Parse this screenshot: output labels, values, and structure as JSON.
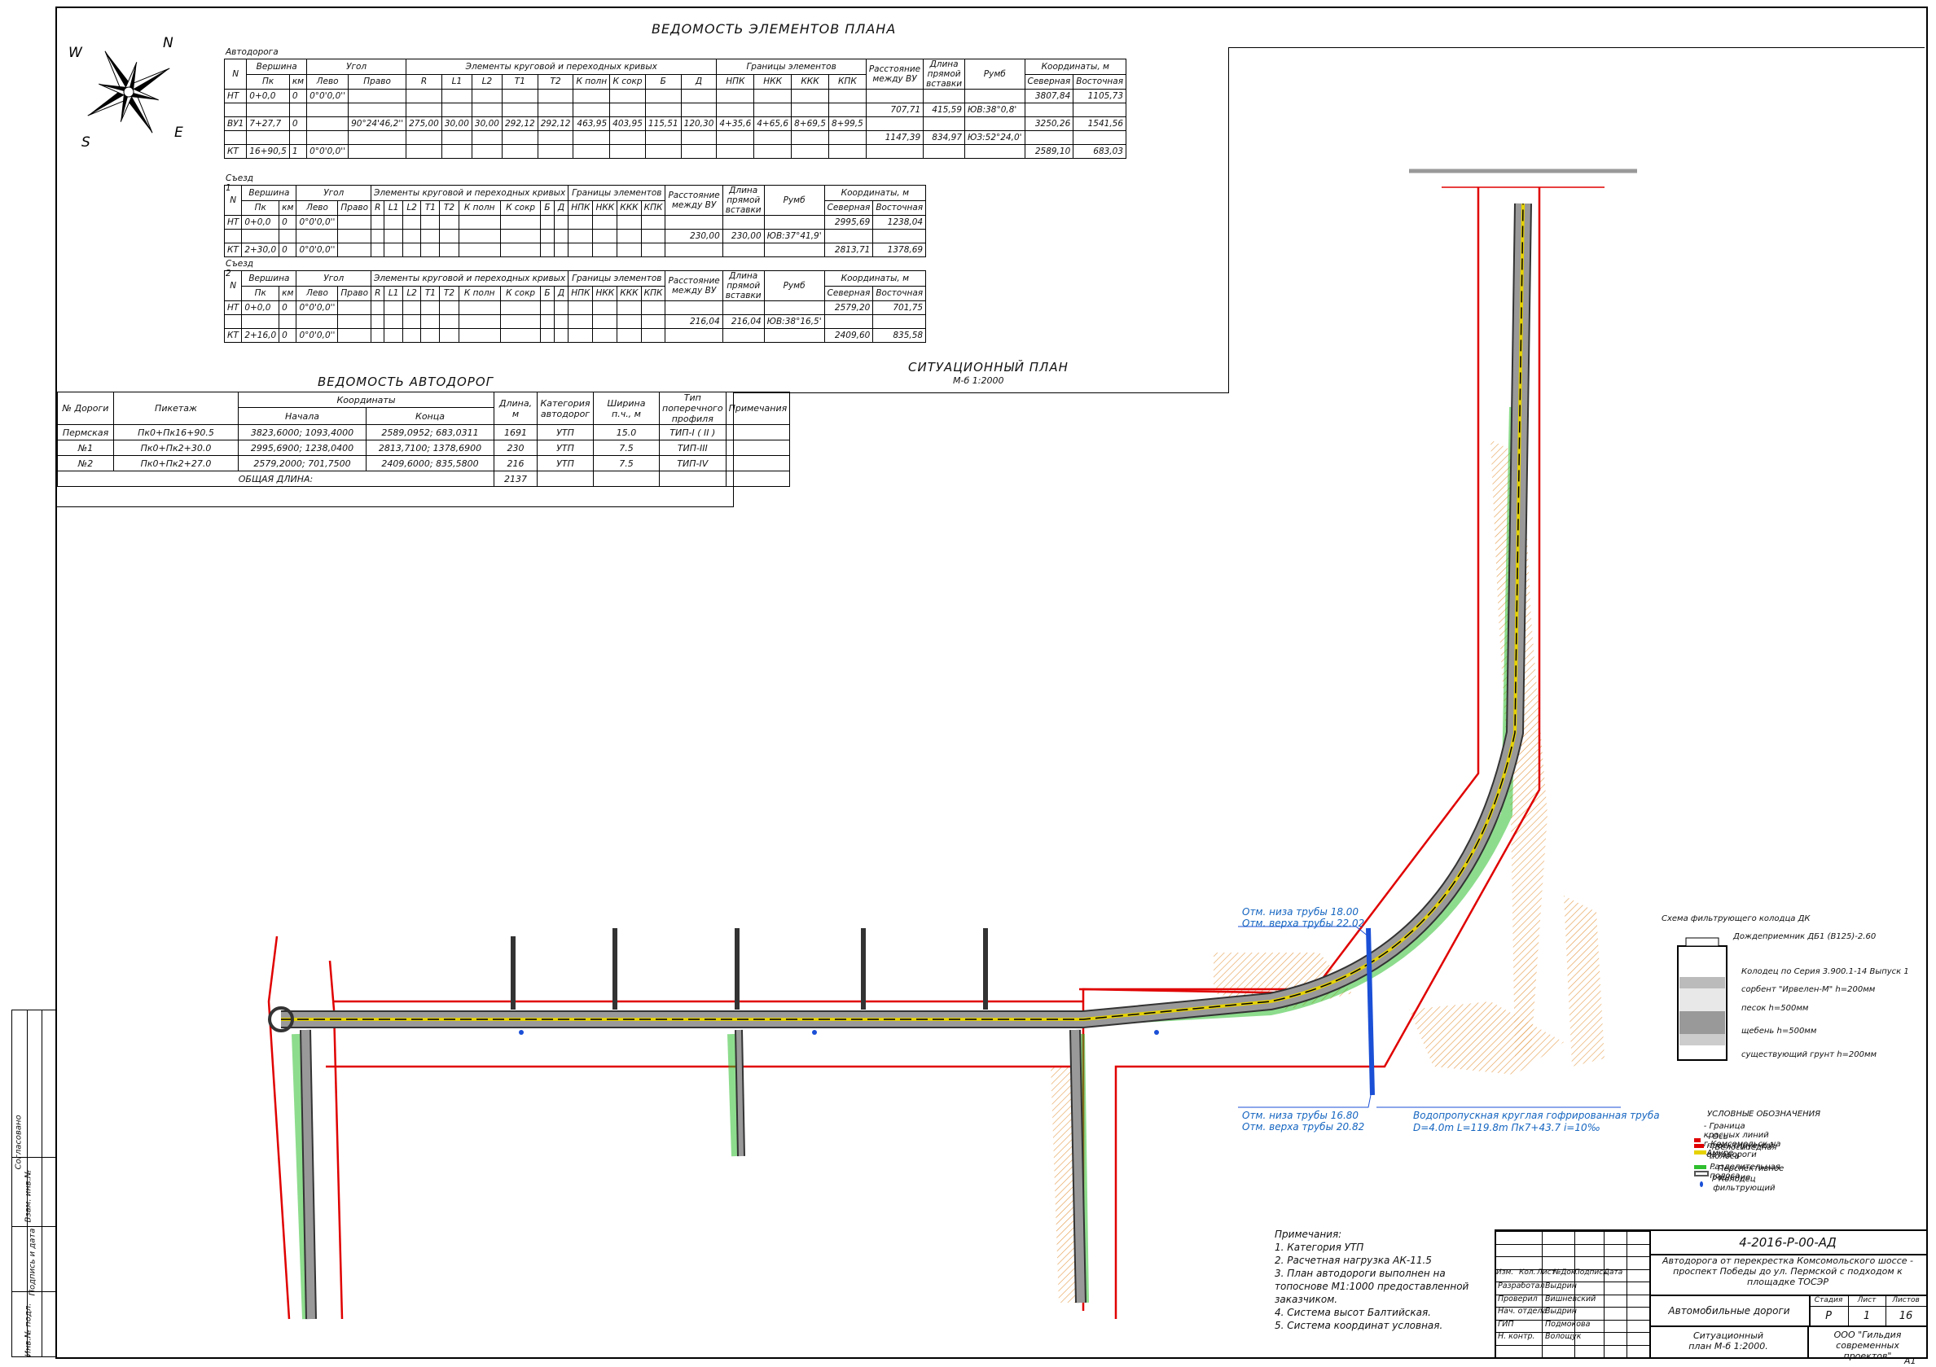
{
  "plan_table_title": "ВЕДОМОСТЬ ЭЛЕМЕНТОВ ПЛАНА",
  "plan_headers": {
    "n": "N",
    "vertex": "Вершина",
    "pk": "Пк",
    "km": "км",
    "angle": "Угол",
    "left": "Лево",
    "right": "Право",
    "curves": "Элементы круговой и переходных кривых",
    "curve_cols": [
      "R",
      "L1",
      "L2",
      "T1",
      "T2",
      "К полн",
      "К сокр",
      "Б",
      "Д"
    ],
    "bounds": "Границы элементов",
    "bound_cols": [
      "НПК",
      "НКК",
      "ККК",
      "КПК"
    ],
    "distance": "Расстояние между ВУ",
    "straight": "Длина прямой вставки",
    "rumb": "Румб",
    "coords": "Координаты, м",
    "north": "Северная",
    "east": "Восточная"
  },
  "sections": [
    {
      "name": "Автодорога",
      "rows": [
        {
          "n": "НТ",
          "pk": "0+0,0",
          "km": "0",
          "left": "0°0'0,0''",
          "right": "",
          "curve": [
            "",
            "",
            "",
            "",
            "",
            "",
            "",
            "",
            ""
          ],
          "bounds": [
            "",
            "",
            "",
            ""
          ],
          "north": "3807,84",
          "east": "1105,73"
        },
        {
          "link": true,
          "distance": "707,71",
          "straight": "415,59",
          "rumb": "ЮВ:38°0,8'"
        },
        {
          "n": "ВУ1",
          "pk": "7+27,7",
          "km": "0",
          "left": "",
          "right": "90°24'46,2''",
          "curve": [
            "275,00",
            "30,00",
            "30,00",
            "292,12",
            "292,12",
            "463,95",
            "403,95",
            "115,51",
            "120,30"
          ],
          "bounds": [
            "4+35,6",
            "4+65,6",
            "8+69,5",
            "8+99,5"
          ],
          "north": "3250,26",
          "east": "1541,56"
        },
        {
          "link": true,
          "distance": "1147,39",
          "straight": "834,97",
          "rumb": "ЮЗ:52°24,0'"
        },
        {
          "n": "КТ",
          "pk": "16+90,5",
          "km": "1",
          "left": "0°0'0,0''",
          "right": "",
          "curve": [
            "",
            "",
            "",
            "",
            "",
            "",
            "",
            "",
            ""
          ],
          "bounds": [
            "",
            "",
            "",
            ""
          ],
          "north": "2589,10",
          "east": "683,03"
        }
      ]
    },
    {
      "name": "Съезд 1",
      "rows": [
        {
          "n": "НТ",
          "pk": "0+0,0",
          "km": "0",
          "left": "0°0'0,0''",
          "right": "",
          "curve": [
            "",
            "",
            "",
            "",
            "",
            "",
            "",
            "",
            ""
          ],
          "bounds": [
            "",
            "",
            "",
            ""
          ],
          "north": "2995,69",
          "east": "1238,04"
        },
        {
          "link": true,
          "distance": "230,00",
          "straight": "230,00",
          "rumb": "ЮВ:37°41,9'"
        },
        {
          "n": "КТ",
          "pk": "2+30,0",
          "km": "0",
          "left": "0°0'0,0''",
          "right": "",
          "curve": [
            "",
            "",
            "",
            "",
            "",
            "",
            "",
            "",
            ""
          ],
          "bounds": [
            "",
            "",
            "",
            ""
          ],
          "north": "2813,71",
          "east": "1378,69"
        }
      ]
    },
    {
      "name": "Съезд 2",
      "rows": [
        {
          "n": "НТ",
          "pk": "0+0,0",
          "km": "0",
          "left": "0°0'0,0''",
          "right": "",
          "curve": [
            "",
            "",
            "",
            "",
            "",
            "",
            "",
            "",
            ""
          ],
          "bounds": [
            "",
            "",
            "",
            ""
          ],
          "north": "2579,20",
          "east": "701,75"
        },
        {
          "link": true,
          "distance": "216,04",
          "straight": "216,04",
          "rumb": "ЮВ:38°16,5'"
        },
        {
          "n": "КТ",
          "pk": "2+16,0",
          "km": "0",
          "left": "0°0'0,0''",
          "right": "",
          "curve": [
            "",
            "",
            "",
            "",
            "",
            "",
            "",
            "",
            ""
          ],
          "bounds": [
            "",
            "",
            "",
            ""
          ],
          "north": "2409,60",
          "east": "835,58"
        }
      ]
    }
  ],
  "situation_title": "СИТУАЦИОННЫЙ ПЛАН",
  "situation_scale": "М-б 1:2000",
  "roads_table": {
    "title": "ВЕДОМОСТЬ АВТОДОРОГ",
    "headers": {
      "no": "№ Дороги",
      "piket": "Пикетаж",
      "coords": "Координаты",
      "start": "Начала",
      "end": "Конца",
      "length": "Длина, м",
      "category": "Категория автодорог",
      "width": "Ширина п.ч., м",
      "type": "Тип поперечного профиля",
      "notes": "Примечания"
    },
    "rows": [
      {
        "no": "Пермская",
        "piket": "Пк0+Пк16+90.5",
        "start": "3823,6000; 1093,4000",
        "end": "2589,0952; 683,0311",
        "length": "1691",
        "category": "УТП",
        "width": "15.0",
        "type": "ТИП-I ( II )",
        "notes": ""
      },
      {
        "no": "№1",
        "piket": "Пк0+Пк2+30.0",
        "start": "2995,6900; 1238,0400",
        "end": "2813,7100; 1378,6900",
        "length": "230",
        "category": "УТП",
        "width": "7.5",
        "type": "ТИП-III",
        "notes": ""
      },
      {
        "no": "№2",
        "piket": "Пк0+Пк2+27.0",
        "start": "2579,2000; 701,7500",
        "end": "2409,6000; 835,5800",
        "length": "216",
        "category": "УТП",
        "width": "7.5",
        "type": "ТИП-IV",
        "notes": ""
      }
    ],
    "total_label": "ОБЩАЯ ДЛИНА:",
    "total_value": "2137"
  },
  "pipe_labels": {
    "top1": "Отм. низа трубы 18.00",
    "top2": "Отм. верха трубы 22.02",
    "bottom1": "Отм. низа трубы 16.80",
    "bottom2": "Отм. верха трубы 20.82",
    "pipe1": "Водопропускная круглая гофрированная труба",
    "pipe2": "D=4.0m L=119.8m Пк7+43.7 i=10‰"
  },
  "well_scheme": {
    "title": "Схема фильтрующего колодца ДК",
    "l1": "Дождеприемник ДБ1 (В125)-2.60",
    "l2": "Колодец по Серия 3.900.1-14 Выпуск 1",
    "l3": "сорбент \"Ирвелен-М\" h=200мм",
    "l4": "песок h=500мм",
    "l5": "щебень h=500мм",
    "l6": "существующий грунт h=200мм"
  },
  "legend": {
    "title": "УСЛОВНЫЕ ОБОЗНАЧЕНИЯ",
    "items": [
      {
        "label": "- Граница красных линий г.Комсомольск-на -Амуре",
        "color": "#e00000"
      },
      {
        "label": "- Ось проектируемой автодороги",
        "color": "#e00000"
      },
      {
        "label": "- Велосипедная полоса",
        "color": "#e6d200"
      },
      {
        "label": "- Разделительная полоса",
        "color": "#2fbf2f"
      },
      {
        "label": "- Перспективное решение",
        "color": "#555555"
      },
      {
        "label": "- Колодец фильтрующий",
        "color": "#1a4fd6"
      }
    ]
  },
  "notes": {
    "title": "Примечания:",
    "lines": [
      "1. Категория УТП",
      "2. Расчетная нагрузка АК-11.5",
      "3. План автодороги выполнен на",
      "топоснове М1:1000 предоставленной",
      "заказчиком.",
      "4. Система высот Балтийская.",
      "5. Система координат условная."
    ]
  },
  "title_block": {
    "code": "4-2016-Р-00-АД",
    "object": "Автодорога от перекрестка Комсомольского шоссе - проспект Победы до ул. Пермской с подходом к площадке ТОСЭР",
    "section": "Автомобильные дороги",
    "sheet_name": "Ситуационный план М-б 1:2000.",
    "org": "ООО \"Гильдия современных проектов\"",
    "cols": [
      "Изм.",
      "Кол.",
      "Лист",
      "№Док.",
      "Подпись",
      "Дата"
    ],
    "stage_h": "Стадия",
    "sheet_h": "Лист",
    "sheets_h": "Листов",
    "stage": "Р",
    "sheet": "1",
    "sheets": "16",
    "people": [
      {
        "role": "Разработал",
        "name": "Выдрин"
      },
      {
        "role": "Проверил",
        "name": "Вишневский"
      },
      {
        "role": "Нач. отдела",
        "name": "Выдрин"
      },
      {
        "role": "ГИП",
        "name": "Подмокова"
      },
      {
        "role": "Н. контр.",
        "name": "Волощук"
      }
    ],
    "format": "А1"
  },
  "side_stamp": [
    "Согласовано",
    "Взам. инв.№",
    "Подпись и дата",
    "Инв.№ подл."
  ],
  "compass": {
    "n": "N",
    "e": "E",
    "s": "S",
    "w": "W"
  }
}
